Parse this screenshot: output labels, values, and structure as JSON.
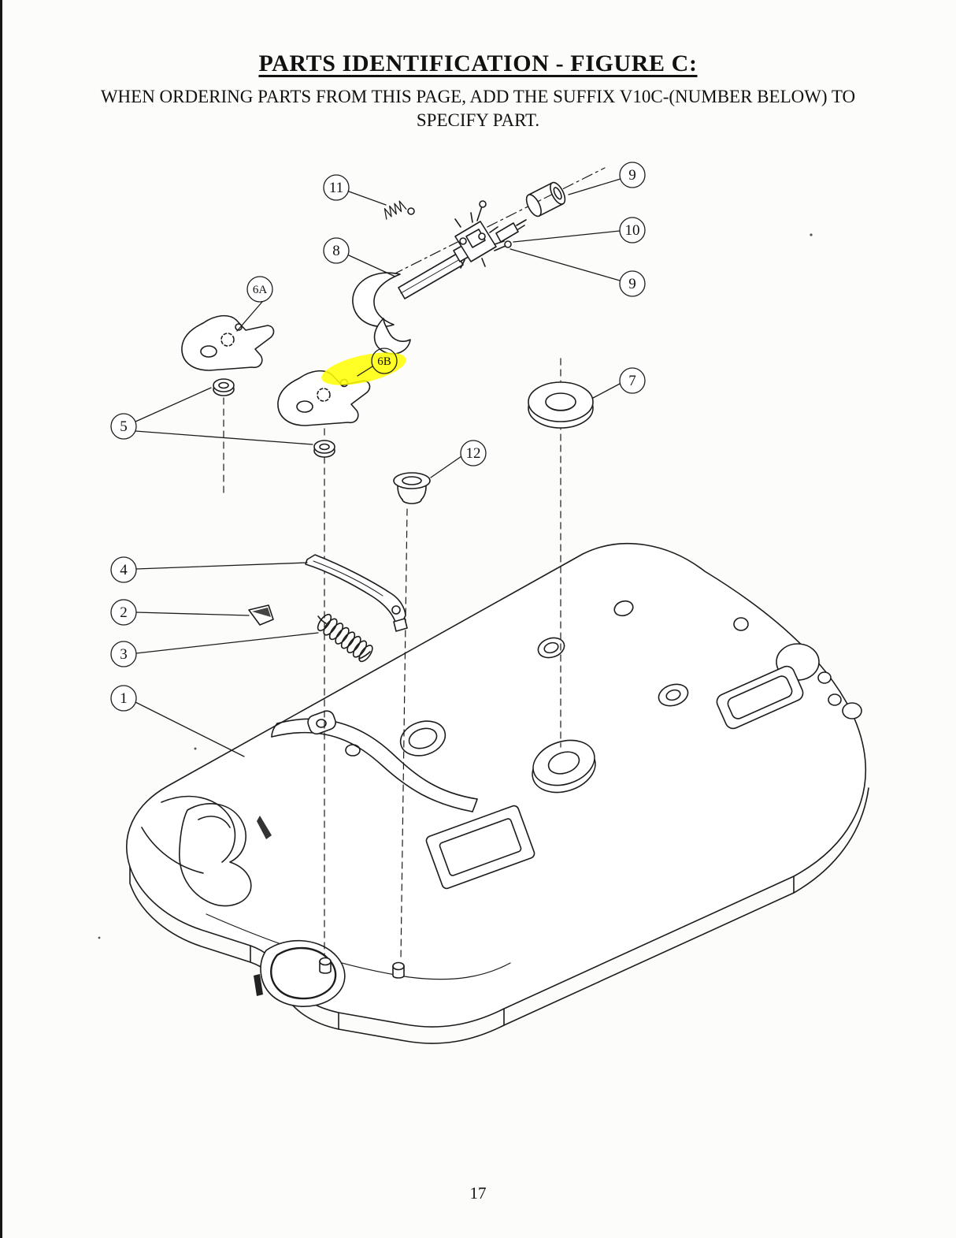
{
  "page": {
    "title": "PARTS IDENTIFICATION - FIGURE C:",
    "subtitle_line1": "WHEN ORDERING PARTS FROM THIS PAGE, ADD THE SUFFIX V10C-(NUMBER BELOW) TO",
    "subtitle_line2": "SPECIFY PART.",
    "page_number": "17"
  },
  "figure": {
    "type": "exploded-parts-diagram",
    "highlight": {
      "part": "6B",
      "color": "#ffff00"
    },
    "callouts": [
      {
        "label": "11"
      },
      {
        "label": "9"
      },
      {
        "label": "10"
      },
      {
        "label": "9"
      },
      {
        "label": "8"
      },
      {
        "label": "6A"
      },
      {
        "label": "6B"
      },
      {
        "label": "5"
      },
      {
        "label": "7"
      },
      {
        "label": "12"
      },
      {
        "label": "4"
      },
      {
        "label": "2"
      },
      {
        "label": "3"
      },
      {
        "label": "1"
      }
    ]
  }
}
